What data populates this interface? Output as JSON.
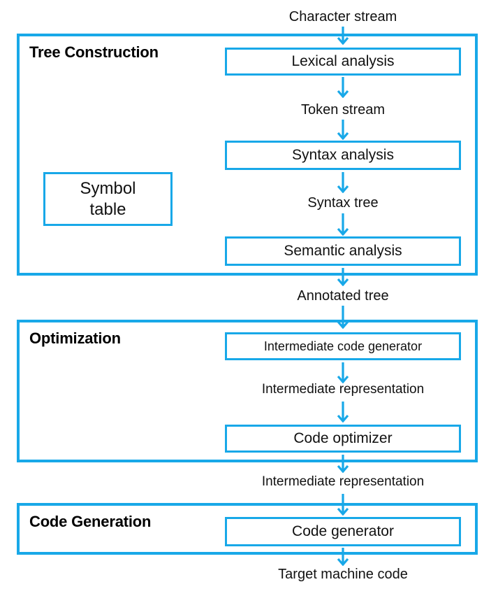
{
  "colors": {
    "accent": "#18a8e8",
    "text": "#111111",
    "background": "#ffffff"
  },
  "flow_labels": {
    "character_stream": "Character stream",
    "token_stream": "Token stream",
    "syntax_tree": "Syntax tree",
    "annotated_tree": "Annotated tree",
    "intermediate_representation_top": "Intermediate representation",
    "intermediate_representation_bottom": "Intermediate representation",
    "target_machine_code": "Target machine code"
  },
  "sections": {
    "tree_construction": {
      "title": "Tree Construction"
    },
    "optimization": {
      "title": "Optimization"
    },
    "code_generation": {
      "title": "Code Generation"
    }
  },
  "boxes": {
    "lexical_analysis": {
      "label": "Lexical analysis"
    },
    "syntax_analysis": {
      "label": "Syntax analysis"
    },
    "semantic_analysis": {
      "label": "Semantic analysis"
    },
    "symbol_table": {
      "line1": "Symbol",
      "line2": "table"
    },
    "intermediate_code_generator": {
      "label": "Intermediate code generator"
    },
    "code_optimizer": {
      "label": "Code optimizer"
    },
    "code_generator": {
      "label": "Code generator"
    }
  }
}
